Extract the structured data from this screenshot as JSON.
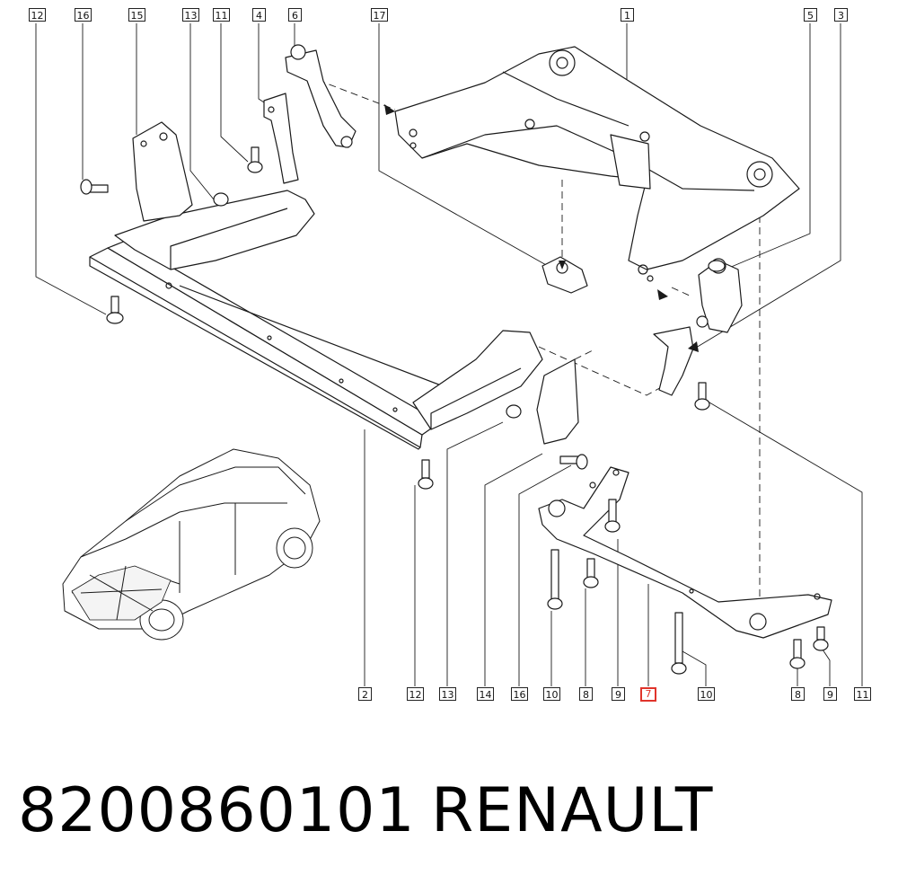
{
  "callouts": {
    "c12_top": "12",
    "c16_top": "16",
    "c15_top": "15",
    "c13_top": "13",
    "c11_top": "11",
    "c4_top": "4",
    "c6_top": "6",
    "c17_top": "17",
    "c1_top": "1",
    "c5_top": "5",
    "c3_top": "3",
    "c2_bot": "2",
    "c12_bot": "12",
    "c13_bot": "13",
    "c14_bot": "14",
    "c16_bot": "16",
    "c10_bot_a": "10",
    "c8_bot_a": "8",
    "c9_bot_a": "9",
    "c7_bot": "7",
    "c10_bot_b": "10",
    "c8_bot_b": "8",
    "c9_bot_b": "9",
    "c11_bot": "11"
  },
  "highlight_color": "#e0342b",
  "caption": {
    "part_number": "8200860101",
    "brand": "RENAULT"
  }
}
